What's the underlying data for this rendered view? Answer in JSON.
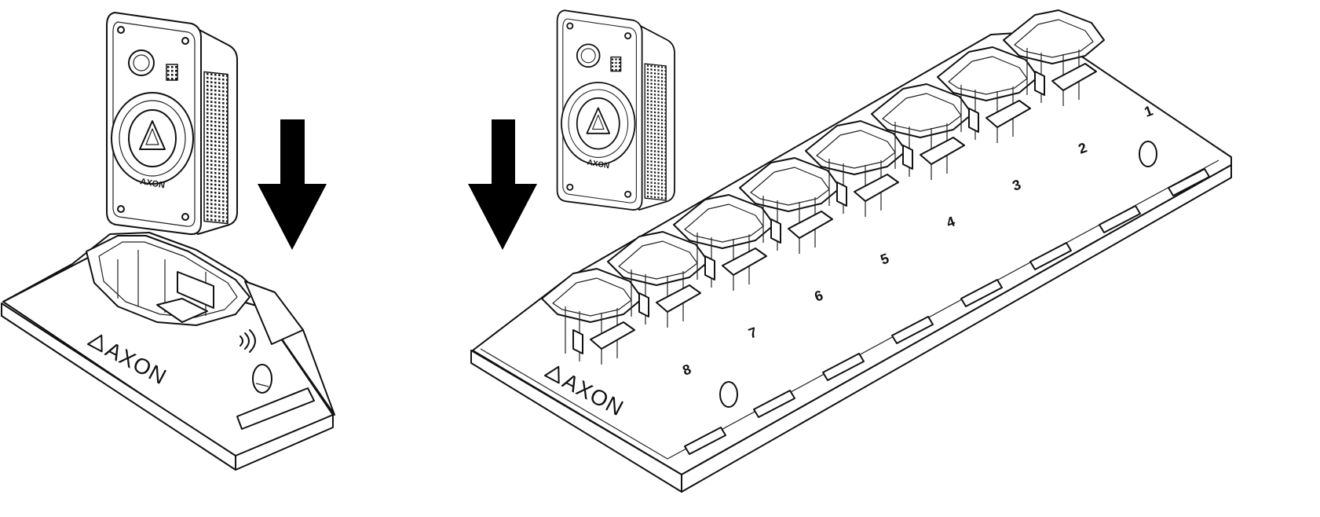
{
  "brand": {
    "logo_text": "AXON"
  },
  "single_dock": {
    "logo_text": "AXON"
  },
  "multi_dock": {
    "logo_text": "AXON",
    "slot_numbers": [
      "1",
      "2",
      "3",
      "4",
      "5",
      "6",
      "7",
      "8"
    ]
  },
  "colors": {
    "line": "#111111",
    "arrow": "#000000",
    "background": "#ffffff"
  }
}
